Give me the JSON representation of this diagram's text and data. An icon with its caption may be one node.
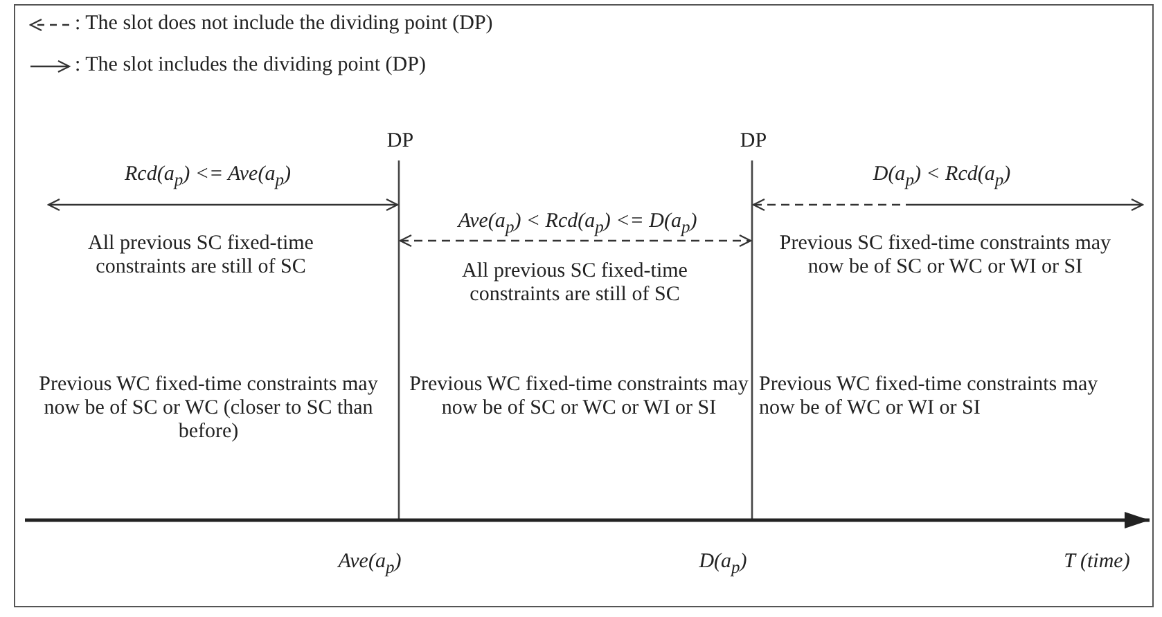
{
  "diagram": {
    "labels": [
      "DP",
      "DP",
      "Rcd(a$_{p}$) <= Ave(a$_{p}$)",
      "Ave(a$_{p}$) < Rcd(a$_{p}$) <= D(a$_{p}$)",
      "D(a$_{p}$) < Rcd(a$_{p}$)",
      "All previous SC fixed-time constraints are still of SC",
      "All previous SC fixed-time constraints are still of SC",
      "Previous SC fixed-time constraints may now be of SC or WC or WI or SI",
      "Previous WC fixed-time constraints may now be of SC or WC (closer to SC than before)",
      "Previous WC fixed-time constraints may now be of SC or WC or WI or SI",
      "Previous WC fixed-time constraints may now be of WC or WI or SI",
      "Ave(a$_{p}$)",
      "D(a$_{p}$)",
      "T (time)"
    ],
    "legend": [
      {
        "text": ": The slot does not include the dividing point (DP)"
      },
      {
        "text": ": The slot includes the dividing point (DP)"
      }
    ]
  }
}
